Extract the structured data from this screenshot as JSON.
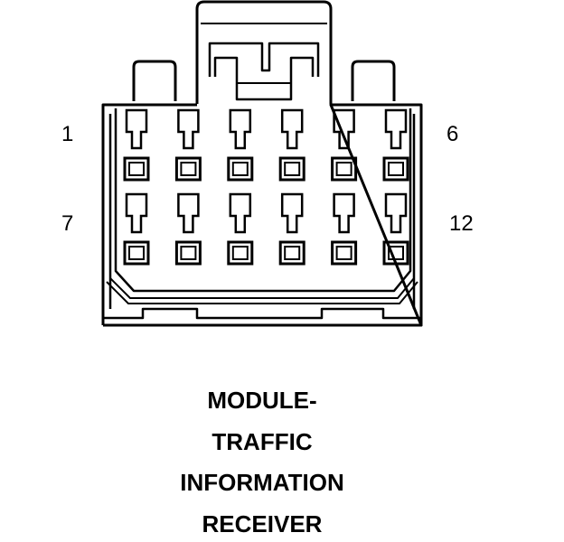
{
  "connector": {
    "pin_labels": {
      "top_left": "1",
      "top_right": "6",
      "bottom_left": "7",
      "bottom_right": "12"
    },
    "pin_count": 12,
    "rows": 2,
    "columns": 6
  },
  "caption": {
    "lines": [
      "MODULE-",
      "TRAFFIC",
      "INFORMATION",
      "RECEIVER"
    ]
  },
  "colors": {
    "line": "#000000",
    "background": "#ffffff"
  }
}
